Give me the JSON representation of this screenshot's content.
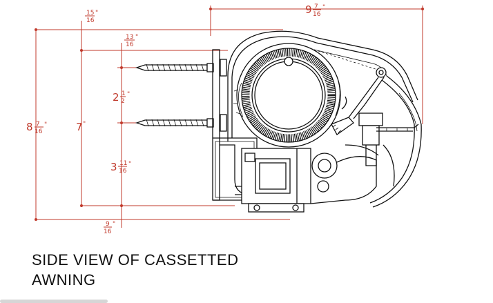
{
  "caption": {
    "line1": "SIDE VIEW OF CASSETTED",
    "line2": "AWNING"
  },
  "dimensions": {
    "top_width": {
      "whole": "9",
      "num": "7",
      "den": "16",
      "unit": "\""
    },
    "offset_a": {
      "whole": "",
      "num": "15",
      "den": "16",
      "unit": "\""
    },
    "offset_b": {
      "whole": "",
      "num": "13",
      "den": "16",
      "unit": "\""
    },
    "overall_h": {
      "whole": "8",
      "num": "7",
      "den": "16",
      "unit": "\""
    },
    "bracket_h": {
      "whole": "7",
      "num": "",
      "den": "",
      "unit": "\""
    },
    "bolt_gap": {
      "whole": "2",
      "num": "1",
      "den": "2",
      "unit": "\""
    },
    "lower_gap": {
      "whole": "3",
      "num": "11",
      "den": "16",
      "unit": "\""
    },
    "bottom_off": {
      "whole": "",
      "num": "9",
      "den": "16",
      "unit": "\""
    }
  },
  "colors": {
    "dimension": "#c0392b",
    "linework": "#111111",
    "scrollbar": "#d6d6d6"
  }
}
